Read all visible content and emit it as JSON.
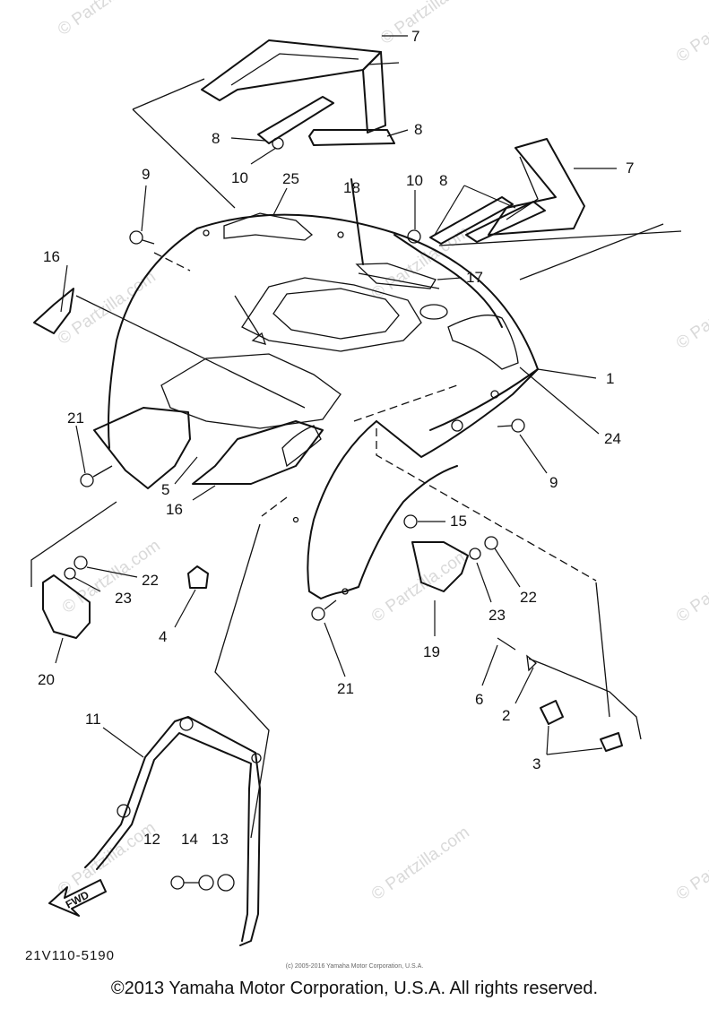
{
  "watermark_text": "© Partzilla.com",
  "callouts": [
    {
      "id": "c7a",
      "label": "7"
    },
    {
      "id": "c8a",
      "label": "8"
    },
    {
      "id": "c8b",
      "label": "8"
    },
    {
      "id": "c10a",
      "label": "10"
    },
    {
      "id": "c9a",
      "label": "9"
    },
    {
      "id": "c25",
      "label": "25"
    },
    {
      "id": "c18",
      "label": "18"
    },
    {
      "id": "c10b",
      "label": "10"
    },
    {
      "id": "c8c",
      "label": "8"
    },
    {
      "id": "c7b",
      "label": "7"
    },
    {
      "id": "c16a",
      "label": "16"
    },
    {
      "id": "c17",
      "label": "17"
    },
    {
      "id": "c1",
      "label": "1"
    },
    {
      "id": "c24",
      "label": "24"
    },
    {
      "id": "c21a",
      "label": "21"
    },
    {
      "id": "c5",
      "label": "5"
    },
    {
      "id": "c16b",
      "label": "16"
    },
    {
      "id": "c9b",
      "label": "9"
    },
    {
      "id": "c15",
      "label": "15"
    },
    {
      "id": "c22a",
      "label": "22"
    },
    {
      "id": "c23a",
      "label": "23"
    },
    {
      "id": "c4",
      "label": "4"
    },
    {
      "id": "c20",
      "label": "20"
    },
    {
      "id": "c19",
      "label": "19"
    },
    {
      "id": "c23b",
      "label": "23"
    },
    {
      "id": "c22b",
      "label": "22"
    },
    {
      "id": "c21b",
      "label": "21"
    },
    {
      "id": "c6",
      "label": "6"
    },
    {
      "id": "c2",
      "label": "2"
    },
    {
      "id": "c3",
      "label": "3"
    },
    {
      "id": "c11",
      "label": "11"
    },
    {
      "id": "c12",
      "label": "12"
    },
    {
      "id": "c14",
      "label": "14"
    },
    {
      "id": "c13",
      "label": "13"
    }
  ],
  "fwd_label": "FWD",
  "diagram_code": "21V110-5190",
  "source_credit": "(c) 2005-2016 Yamaha Motor Corporation, U.S.A.",
  "copyright": "©2013 Yamaha Motor Corporation, U.S.A. All rights reserved."
}
